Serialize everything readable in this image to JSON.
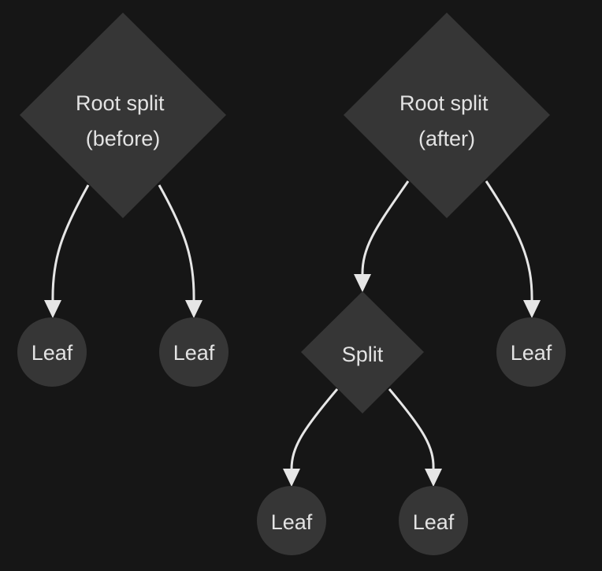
{
  "colors": {
    "background": "#161616",
    "node_fill": "#363636",
    "text": "#e3e3e3",
    "edge": "#e6e6e6"
  },
  "diagram": {
    "type": "tree-comparison",
    "nodes": [
      {
        "id": "root_before",
        "shape": "diamond",
        "lines": [
          "Root split",
          "(before)"
        ]
      },
      {
        "id": "leaf_b1",
        "shape": "circle",
        "lines": [
          "Leaf"
        ]
      },
      {
        "id": "leaf_b2",
        "shape": "circle",
        "lines": [
          "Leaf"
        ]
      },
      {
        "id": "root_after",
        "shape": "diamond",
        "lines": [
          "Root split",
          "(after)"
        ]
      },
      {
        "id": "split",
        "shape": "diamond",
        "lines": [
          "Split"
        ]
      },
      {
        "id": "leaf_a1",
        "shape": "circle",
        "lines": [
          "Leaf"
        ]
      },
      {
        "id": "leaf_a2",
        "shape": "circle",
        "lines": [
          "Leaf"
        ]
      },
      {
        "id": "leaf_a3",
        "shape": "circle",
        "lines": [
          "Leaf"
        ]
      }
    ],
    "edges": [
      {
        "from": "root_before",
        "to": "leaf_b1"
      },
      {
        "from": "root_before",
        "to": "leaf_b2"
      },
      {
        "from": "root_after",
        "to": "split"
      },
      {
        "from": "root_after",
        "to": "leaf_a3"
      },
      {
        "from": "split",
        "to": "leaf_a1"
      },
      {
        "from": "split",
        "to": "leaf_a2"
      }
    ]
  }
}
